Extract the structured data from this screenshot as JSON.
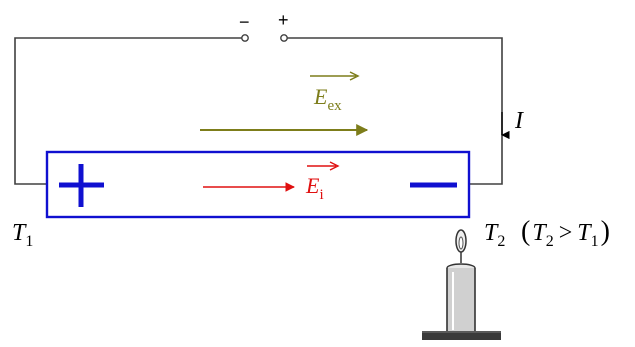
{
  "terminals": {
    "negative": "−",
    "positive": "+"
  },
  "current": {
    "symbol": "I"
  },
  "fields": {
    "external": {
      "symbol": "E",
      "subscript": "ex",
      "color": "#7d7d1a"
    },
    "internal": {
      "symbol": "E",
      "subscript": "i",
      "color": "#e01010"
    }
  },
  "bar": {
    "border_color": "#1010d0",
    "left_sign": "+",
    "right_sign": "−"
  },
  "temperatures": {
    "left": {
      "symbol": "T",
      "subscript": "1"
    },
    "right": {
      "symbol": "T",
      "subscript": "2",
      "condition": {
        "open": "(",
        "lhs_symbol": "T",
        "lhs_subscript": "2",
        "operator": ">",
        "rhs_symbol": "T",
        "rhs_subscript": "1",
        "close": ")"
      }
    }
  },
  "colors": {
    "wire": "#404040",
    "arrow_current": "#000000",
    "candle": "#d0d0d0",
    "flame": "#eeeeee",
    "base": "#3a3a3a"
  }
}
